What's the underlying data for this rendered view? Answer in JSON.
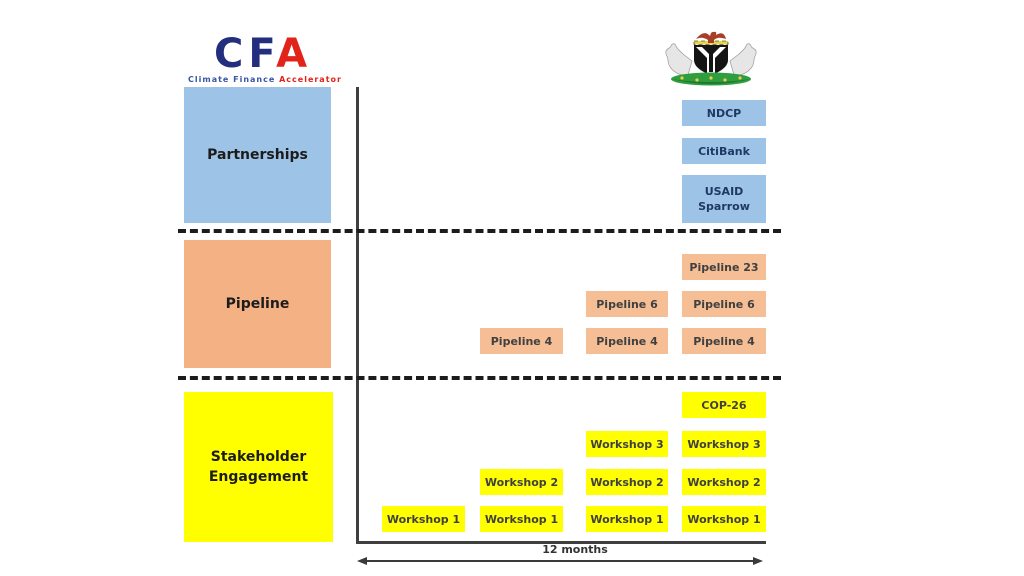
{
  "logo": {
    "cf": "CF",
    "a": "A",
    "subtitle_main": "Climate Finance",
    "subtitle_accent": "Accelerator"
  },
  "emblem": {
    "icon": "nigeria-coat-of-arms"
  },
  "lanes": [
    {
      "label": "Partnerships",
      "color": "#9DC3E6"
    },
    {
      "label": "Pipeline",
      "color": "#F4B183"
    },
    {
      "label": "Stakeholder Engagement",
      "color": "#FFFF00"
    }
  ],
  "matrix": {
    "columns": 4,
    "items": [
      {
        "label": "NDCP",
        "lane": "partnerships",
        "col": 4,
        "row": 1
      },
      {
        "label": "CitiBank",
        "lane": "partnerships",
        "col": 4,
        "row": 2
      },
      {
        "label": "USAID Sparrow",
        "lane": "partnerships",
        "col": 4,
        "row": 3
      },
      {
        "label": "Pipeline 23",
        "lane": "pipeline",
        "col": 4,
        "row": 1
      },
      {
        "label": "Pipeline 6",
        "lane": "pipeline",
        "col": 3,
        "row": 2
      },
      {
        "label": "Pipeline 6",
        "lane": "pipeline",
        "col": 4,
        "row": 2
      },
      {
        "label": "Pipeline 4",
        "lane": "pipeline",
        "col": 2,
        "row": 3
      },
      {
        "label": "Pipeline 4",
        "lane": "pipeline",
        "col": 3,
        "row": 3
      },
      {
        "label": "Pipeline 4",
        "lane": "pipeline",
        "col": 4,
        "row": 3
      },
      {
        "label": "COP-26",
        "lane": "stakeholder",
        "col": 4,
        "row": 1
      },
      {
        "label": "Workshop 3",
        "lane": "stakeholder",
        "col": 3,
        "row": 2
      },
      {
        "label": "Workshop 3",
        "lane": "stakeholder",
        "col": 4,
        "row": 2
      },
      {
        "label": "Workshop 2",
        "lane": "stakeholder",
        "col": 2,
        "row": 3
      },
      {
        "label": "Workshop 2",
        "lane": "stakeholder",
        "col": 3,
        "row": 3
      },
      {
        "label": "Workshop 2",
        "lane": "stakeholder",
        "col": 4,
        "row": 3
      },
      {
        "label": "Workshop 1",
        "lane": "stakeholder",
        "col": 1,
        "row": 4
      },
      {
        "label": "Workshop 1",
        "lane": "stakeholder",
        "col": 2,
        "row": 4
      },
      {
        "label": "Workshop 1",
        "lane": "stakeholder",
        "col": 3,
        "row": 4
      },
      {
        "label": "Workshop 1",
        "lane": "stakeholder",
        "col": 4,
        "row": 4
      }
    ]
  },
  "timeline": {
    "label": "12 months"
  },
  "colors": {
    "partnerships_blue": "#9DC3E6",
    "pipeline_salmon": "#F4B183",
    "stakeholder_yellow": "#FFFF00",
    "logo_navy": "#232E7E",
    "logo_red": "#E2231A",
    "axis_dark": "#3F3F3F"
  }
}
